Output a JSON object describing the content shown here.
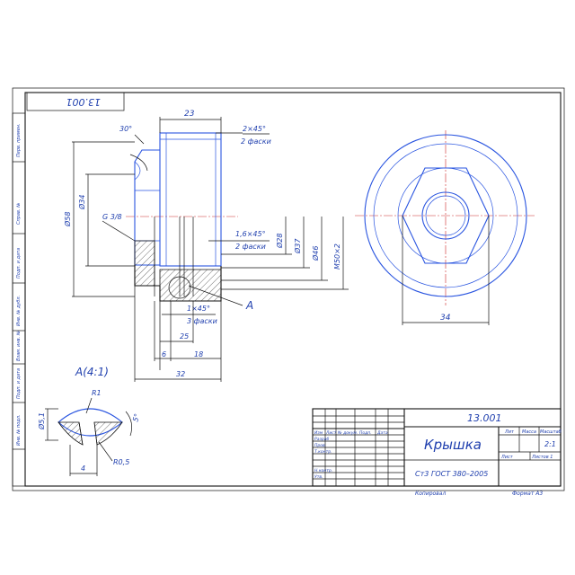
{
  "sheet": {
    "code": "13.001",
    "code_rotated": "13.001",
    "title": "Крышка",
    "material": "Ст3 ГОСТ 380–2005",
    "mass_scale": "2:1",
    "copied": "Копировал",
    "format": "Формат  А3",
    "col_lit": "Лит",
    "col_mass": "Масса",
    "col_scale": "Масштаб",
    "col_sheet": "Лист",
    "col_sheets": "Листов  1",
    "row_headers": [
      "Изм",
      "Лист",
      "№ докум.",
      "Подп.",
      "Дата"
    ],
    "roles": [
      "Разраб",
      "Пров.",
      "Т.контр.",
      "Н.контр.",
      "Утв."
    ],
    "side_labels": [
      "Инв. № подл.",
      "Подп. и дата",
      "Взам. инв. №",
      "Инв. № дубл.",
      "Подп. и дата",
      "Справ. №",
      "Перв. примен."
    ]
  },
  "dims": {
    "d23": "23",
    "d2x45": "2×45°",
    "d2chamf": "2 фаски",
    "d30": "30°",
    "dphi58": "Ø58",
    "dphi34": "Ø34",
    "dG": "G 3/8",
    "d16x45": "1,6×45°",
    "d2chamf2": "2 фаски",
    "dphi28": "Ø28",
    "dphi37": "Ø37",
    "dphi46": "Ø46",
    "dM50": "M50×2",
    "d1x45": "1×45°",
    "d3chamf": "3 фаски",
    "d25": "25",
    "d6": "6",
    "d18": "18",
    "d32": "32",
    "dA": "А",
    "d34": "34",
    "detail": "А(4:1)",
    "dR1": "R1",
    "dR05": "R0,5",
    "dphi51": "Ø5,1",
    "d4": "4",
    "d5": "5°"
  }
}
